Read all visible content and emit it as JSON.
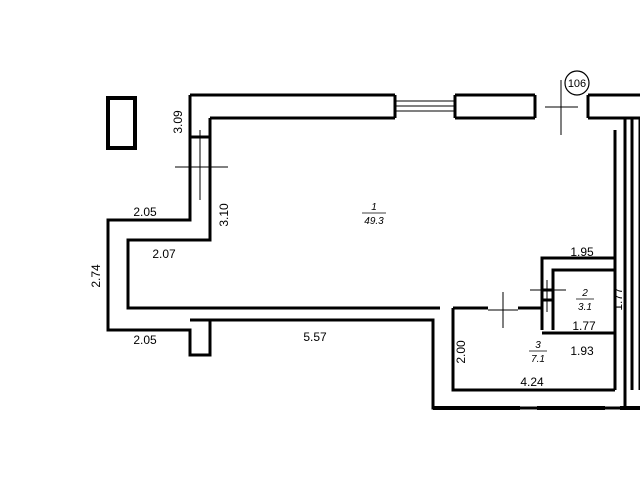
{
  "building_label": "106",
  "rooms": [
    {
      "number": "1",
      "area": "49.3"
    },
    {
      "number": "2",
      "area": "3.1"
    },
    {
      "number": "3",
      "area": "7.1"
    }
  ],
  "dimensions": {
    "top_wall_height": "3.09",
    "passage_height": "3.10",
    "left_step_top": "2.05",
    "left_height": "2.74",
    "inner_left_width": "2.07",
    "left_step_bottom": "2.05",
    "bottom_wall_length": "5.57",
    "small_room_top": "1.95",
    "small_room_right": "1.77",
    "small_room_inner": "1.77",
    "small_room_bottom": "1.93",
    "room3_height": "2.00",
    "room3_width": "4.24"
  }
}
